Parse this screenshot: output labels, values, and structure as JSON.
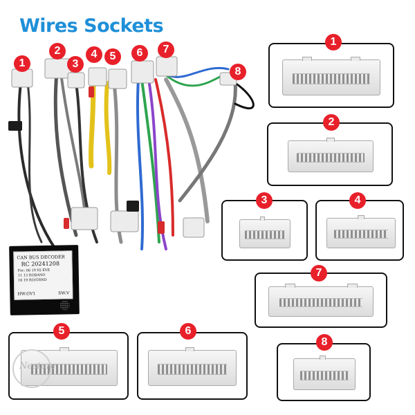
{
  "title": {
    "text": "Wires Sockets",
    "color": "#1e8fd8"
  },
  "badge_color": "#e8202a",
  "harness_badges": [
    "1",
    "2",
    "3",
    "4",
    "5",
    "6",
    "7",
    "8"
  ],
  "connector_boxes": [
    {
      "label": "1"
    },
    {
      "label": "2"
    },
    {
      "label": "3"
    },
    {
      "label": "4"
    },
    {
      "label": "7"
    },
    {
      "label": "5"
    },
    {
      "label": "6"
    },
    {
      "label": "8"
    }
  ],
  "decoder": {
    "line1": "CAN BUS DECODER",
    "line2": "RC 20241208",
    "line3": "For: 06 19 IQ EVE",
    "line4": "11 13 ROBANO",
    "line5": "16 19 RO/GRND",
    "hw": "HW:GV1",
    "sw": "SW:V"
  },
  "watermark": "Nestore"
}
